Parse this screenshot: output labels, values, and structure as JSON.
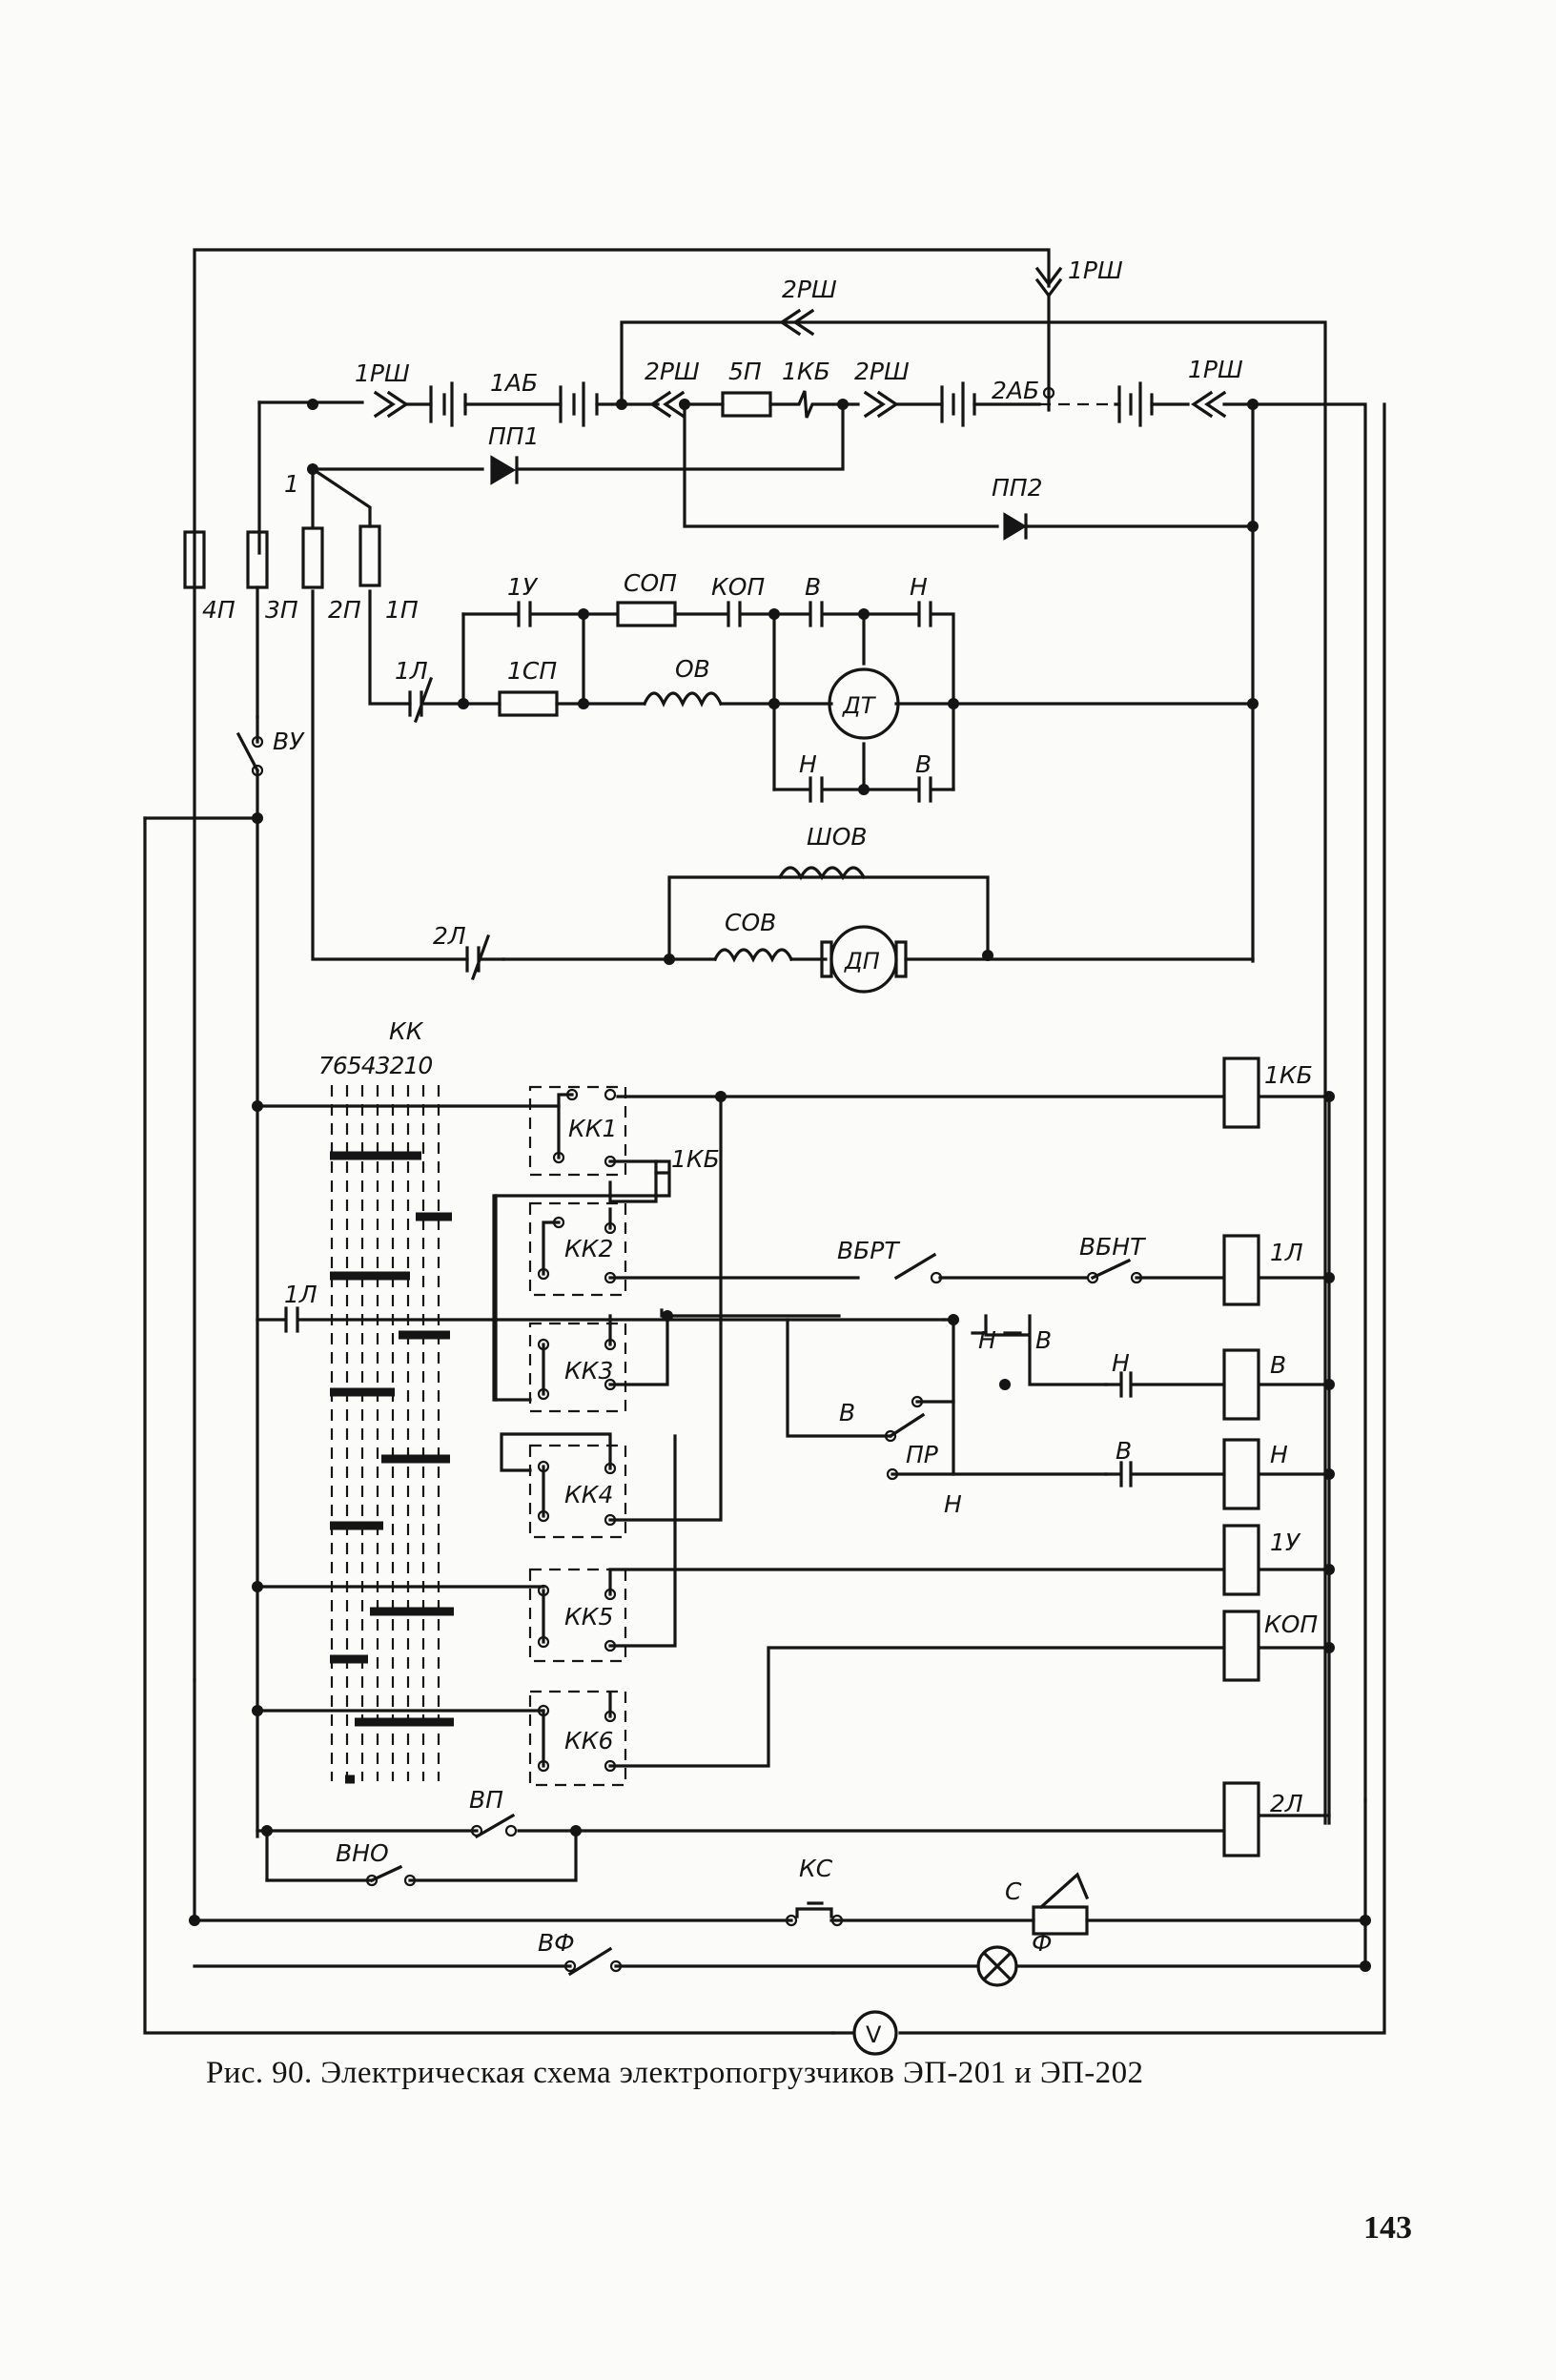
{
  "caption": "Рис. 90. Электрическая схема электропогрузчиков ЭП-201 и ЭП-202",
  "page_number": "143",
  "labels": {
    "rsh1_top": "1РШ",
    "rsh2_top": "2РШ",
    "rsh1_left": "1РШ",
    "ab1": "1АБ",
    "rsh2_a": "2РШ",
    "p5": "5П",
    "kb1_top": "1КБ",
    "rsh2_b": "2РШ",
    "ab2": "2АБ",
    "rsh1_right": "1РШ",
    "pp1": "ПП1",
    "pp2": "ПП2",
    "node1": "1",
    "fuse4": "4П",
    "fuse3": "3П",
    "fuse2": "2П",
    "fuse1": "1П",
    "u1": "1У",
    "sop": "СОП",
    "kop_c": "КОП",
    "v_top": "В",
    "n_top": "Н",
    "l1": "1Л",
    "sp1": "1СП",
    "ov": "ОВ",
    "dt": "ДТ",
    "n_bot": "Н",
    "v_bot": "В",
    "vu": "ВУ",
    "shov": "ШОВ",
    "sov": "СОВ",
    "dp": "ДП",
    "l2": "2Л",
    "kk": "КК",
    "kk_pos": "76543210",
    "kk1": "КК1",
    "kk2": "КК2",
    "kk3": "КК3",
    "kk4": "КК4",
    "kk5": "КК5",
    "kk6": "КК6",
    "kb1_contact": "1КБ",
    "l1_contact": "1Л",
    "vbrt": "ВБРТ",
    "vbnt": "ВБНТ",
    "h_rev": "Н",
    "v_rev": "В",
    "v_sw": "В",
    "pr": "ПР",
    "n_sw": "Н",
    "h_int": "Н",
    "v_int": "В",
    "coil_kb1": "1КБ",
    "coil_l1": "1Л",
    "coil_v": "В",
    "coil_n": "Н",
    "coil_u1": "1У",
    "coil_kop": "КОП",
    "coil_l2": "2Л",
    "vp": "ВП",
    "vno": "ВНО",
    "ks": "КС",
    "c": "С",
    "vf": "ВФ",
    "f": "Ф",
    "v_meter": "V"
  }
}
